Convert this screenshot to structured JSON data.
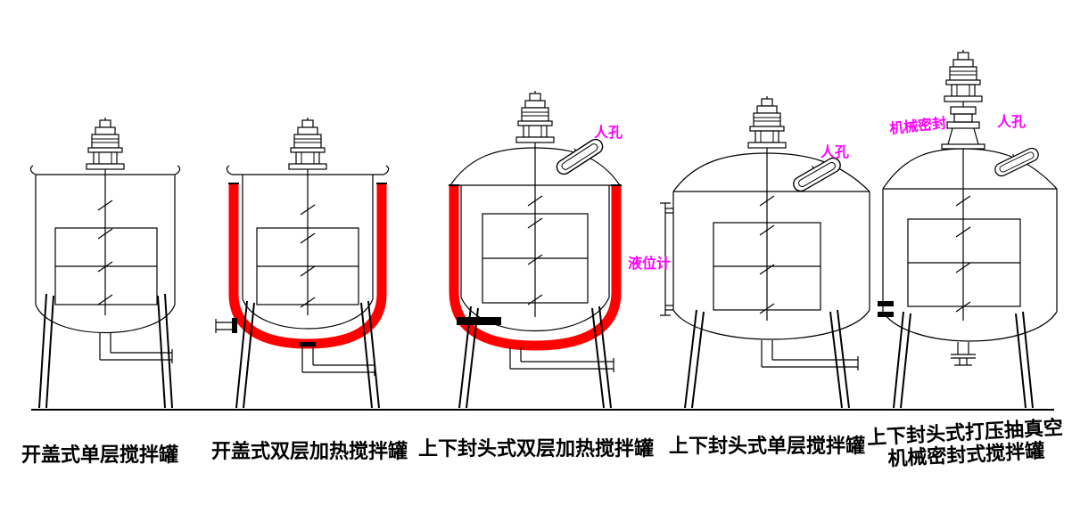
{
  "diagram": {
    "kind": "equipment-line-drawing",
    "subject": "mixing tank model comparison"
  },
  "colors": {
    "line": "#000000",
    "heating_jacket": "#ff0000",
    "annotation": "#ff00ff",
    "background": "#ffffff"
  },
  "tanks": [
    {
      "caption": "开盖式单层搅拌罐"
    },
    {
      "caption": "开盖式双层加热搅拌罐"
    },
    {
      "caption": "上下封头式双层加热搅拌罐",
      "labels": {
        "manhole": "人孔"
      }
    },
    {
      "caption": "上下封头式单层搅拌罐",
      "labels": {
        "manhole": "人孔",
        "level_gauge": "液位计"
      }
    },
    {
      "caption_line1": "上下封头式打压抽真空",
      "caption_line2": "机械密封式搅拌罐",
      "labels": {
        "mechanical_seal": "机械密封",
        "manhole": "人孔"
      }
    }
  ]
}
